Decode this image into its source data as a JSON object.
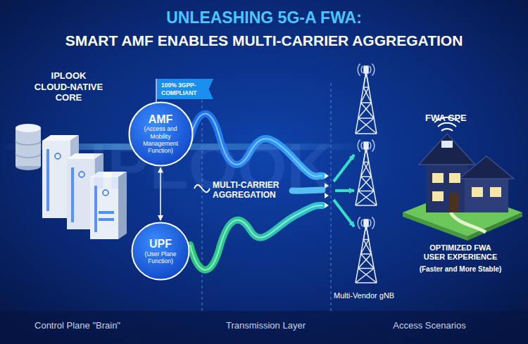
{
  "diagram": {
    "title": "UNLEASHING 5G-A FWA:",
    "nodes": [
      {
        "text": [
          "100% 3GPP-COMPLIANT"
        ]
      },
      {
        "text": [
          "AMF",
          "(Access and Mobility Management Function)"
        ]
      },
      {
        "text": [
          "UPF",
          "(User Plane Function)"
        ]
      }
    ],
    "edges": [
      {
        "from": 1,
        "to": 2,
        "arrow": "both"
      }
    ],
    "labels": [
      "SMART AMF ENABLES MULTI-CARRIER AGGREGATION",
      "IPLOOK CLOUD-NATIVE CORE",
      "MULTI-CARRIER AGGREGATION",
      "FWA CPE",
      "OPTIMIZED FWA USER EXPERIENCE",
      "(Faster and More Stable)",
      "Multi-Vendor gNB",
      "Control Plane \"Brain\"",
      "Transmission Layer",
      "Access Scenarios",
      "IPLOOK"
    ]
  }
}
